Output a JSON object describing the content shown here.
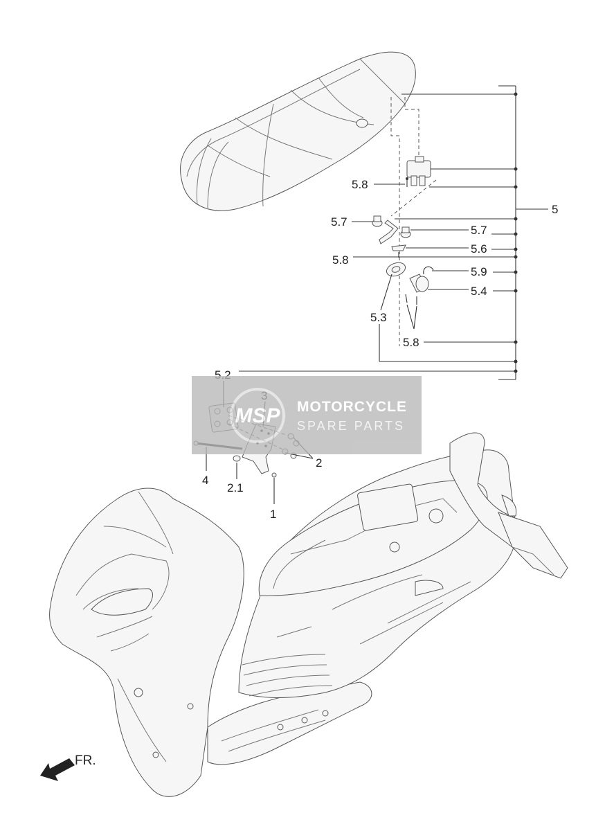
{
  "callouts": {
    "c5": "5",
    "c58a": "5.8",
    "c57a": "5.7",
    "c57b": "5.7",
    "c56": "5.6",
    "c58b": "5.8",
    "c59": "5.9",
    "c54": "5.4",
    "c53": "5.3",
    "c58c": "5.8",
    "c52": "5.2",
    "c3": "3",
    "c2": "2",
    "c4": "4",
    "c21": "2.1",
    "c1": "1"
  },
  "watermark": {
    "logo": "MSP",
    "title": "MOTORCYCLE",
    "subtitle": "SPARE PARTS"
  },
  "direction": {
    "label": "FR."
  }
}
